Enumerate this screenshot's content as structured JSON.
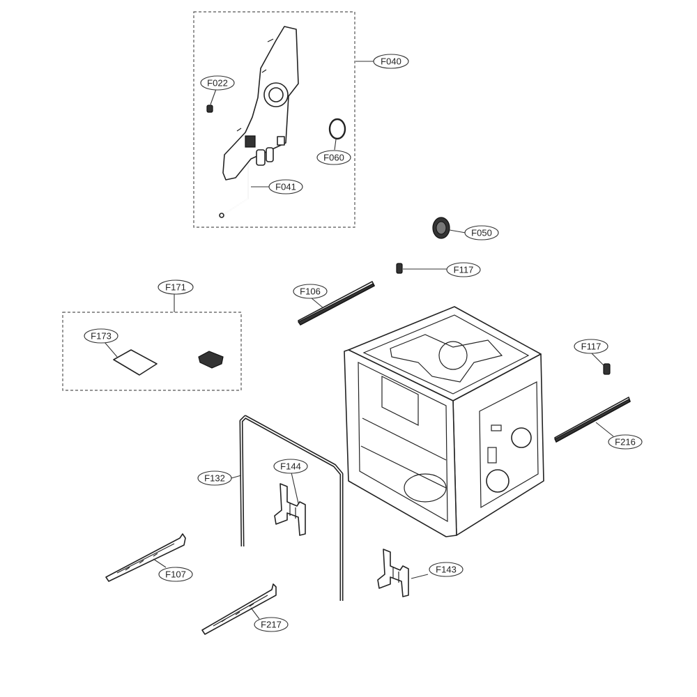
{
  "callouts": {
    "F040": "F040",
    "F022": "F022",
    "F060": "F060",
    "F041": "F041",
    "F050": "F050",
    "F117a": "F117",
    "F106": "F106",
    "F171": "F171",
    "F173": "F173",
    "F117b": "F117",
    "F216": "F216",
    "F132": "F132",
    "F144": "F144",
    "F107": "F107",
    "F143": "F143",
    "F217": "F217"
  }
}
